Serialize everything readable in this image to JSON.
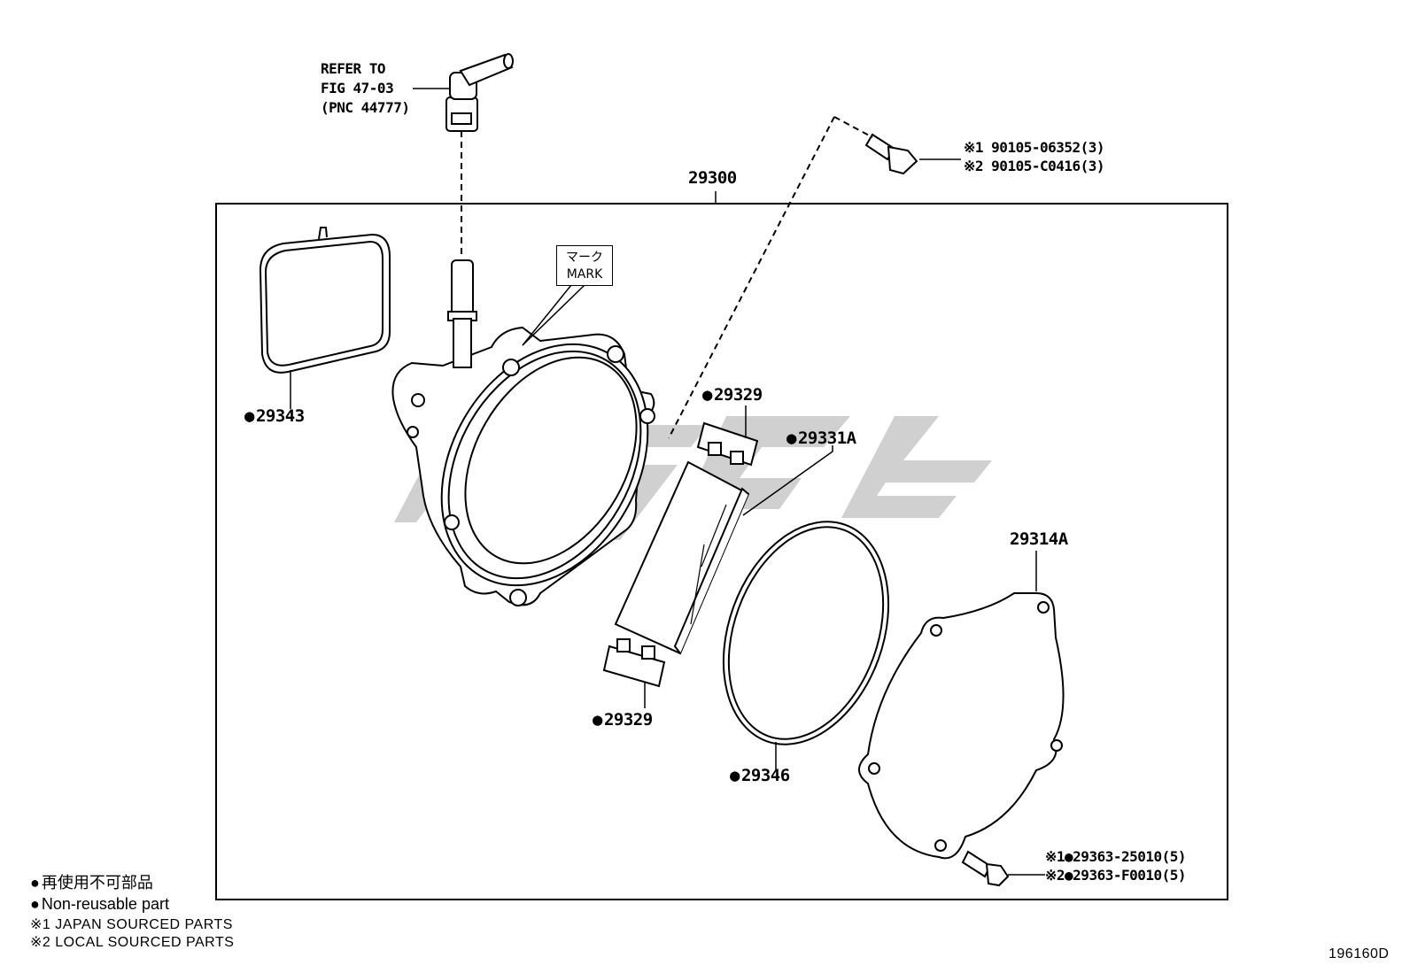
{
  "diagram": {
    "assembly_number": "29300",
    "refer_note": [
      "REFER TO",
      "FIG 47-03",
      "(PNC 44777)"
    ],
    "mark_label_jp": "マーク",
    "mark_label_en": "MARK",
    "bolt_top": [
      "※1 90105-06352(3)",
      "※2 90105-C0416(3)"
    ],
    "bolt_bottom": [
      "※1●29363-25010(5)",
      "※2●29363-F0010(5)"
    ],
    "parts": {
      "gasket_top": "29343",
      "seal_top": "29329",
      "filter": "29331A",
      "seal_bottom": "29329",
      "oring": "29346",
      "cover": "29314A"
    },
    "legend": {
      "jp": "再使用不可部品",
      "en": "Non-reusable part",
      "note1": "※1  JAPAN SOURCED PARTS",
      "note2": "※2  LOCAL SOURCED PARTS"
    },
    "figure_id": "196160D"
  }
}
